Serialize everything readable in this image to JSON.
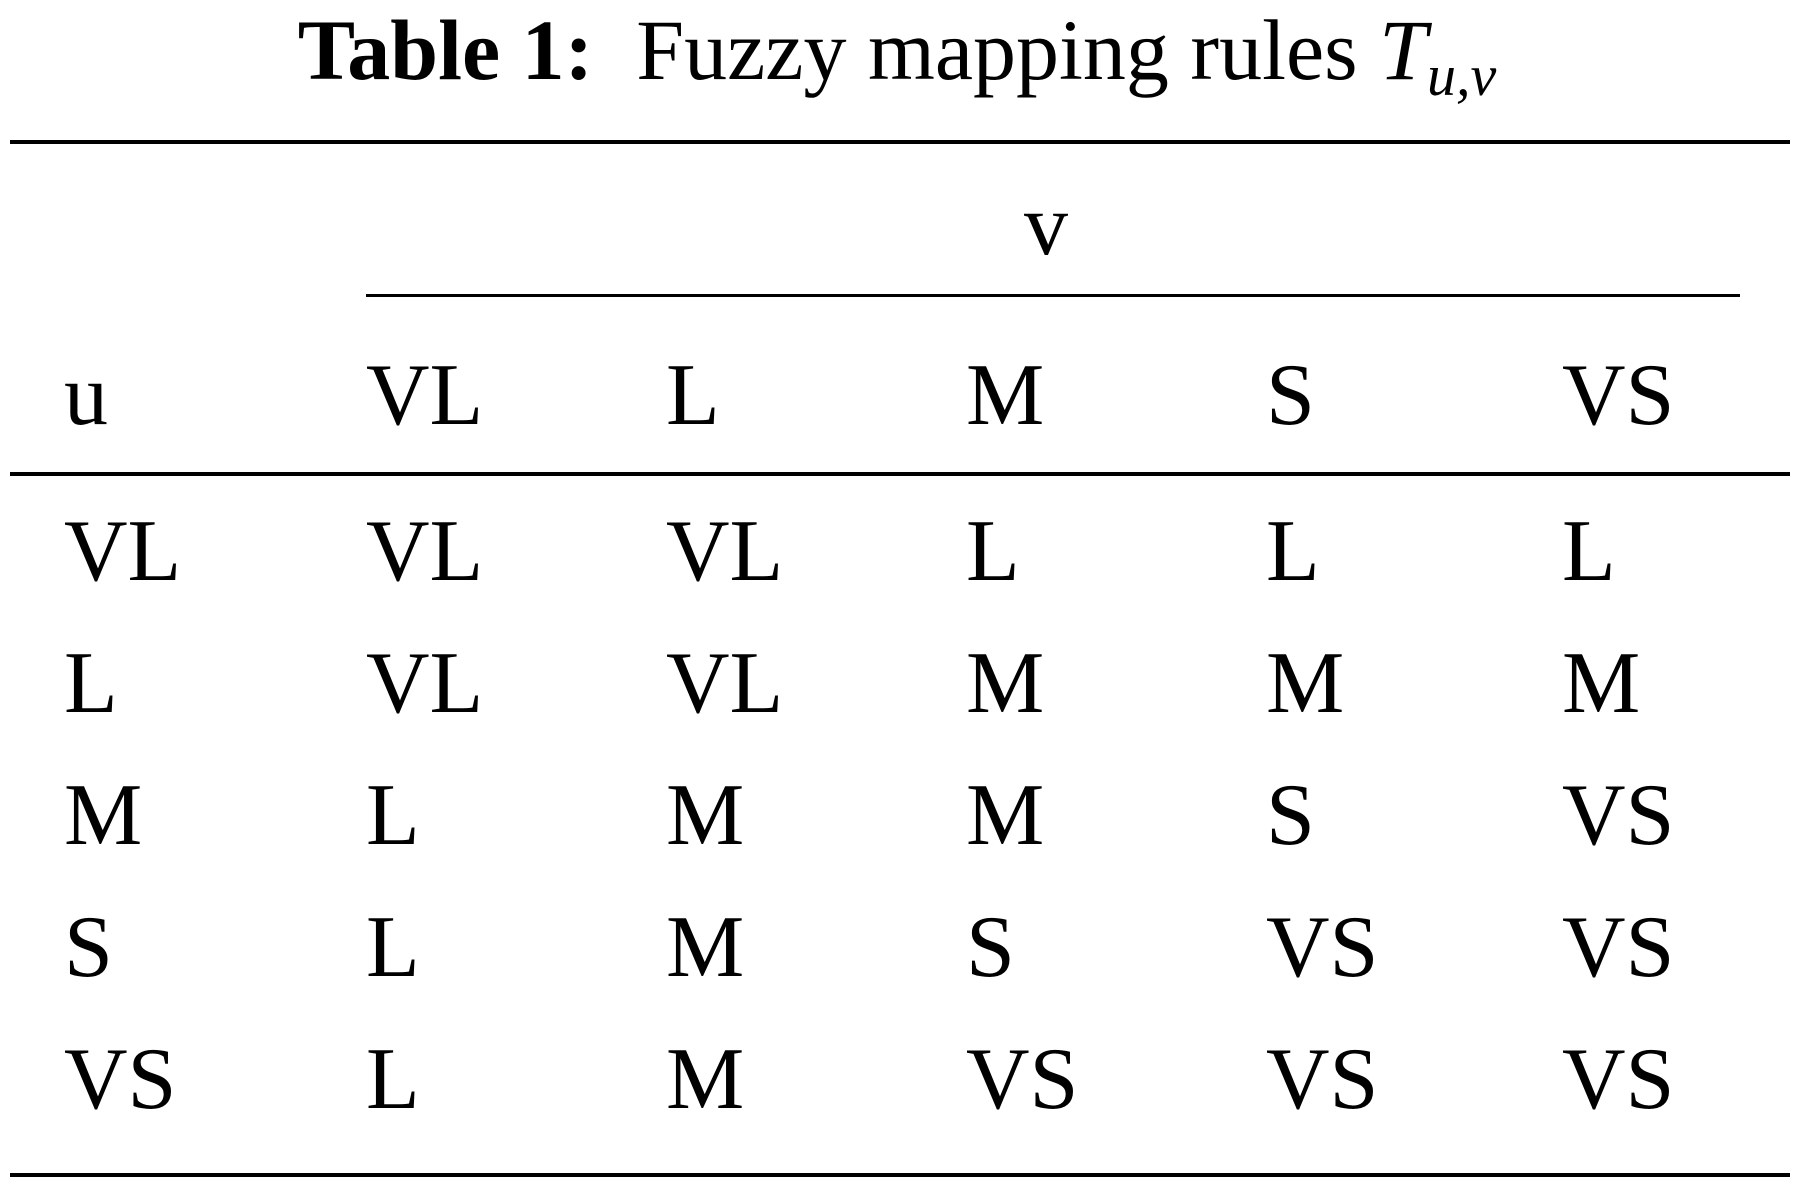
{
  "caption": {
    "label": "Table 1:",
    "text": "Fuzzy mapping rules",
    "symbol": "T",
    "subscript": "u,v"
  },
  "table": {
    "row_header": "u",
    "column_group_header": "v",
    "columns": [
      "VL",
      "L",
      "M",
      "S",
      "VS"
    ],
    "rows": [
      {
        "label": "VL",
        "cells": [
          "VL",
          "VL",
          "L",
          "L",
          "L"
        ]
      },
      {
        "label": "L",
        "cells": [
          "VL",
          "VL",
          "M",
          "M",
          "M"
        ]
      },
      {
        "label": "M",
        "cells": [
          "L",
          "M",
          "M",
          "S",
          "VS"
        ]
      },
      {
        "label": "S",
        "cells": [
          "L",
          "M",
          "S",
          "VS",
          "VS"
        ]
      },
      {
        "label": "VS",
        "cells": [
          "L",
          "M",
          "VS",
          "VS",
          "VS"
        ]
      }
    ]
  }
}
